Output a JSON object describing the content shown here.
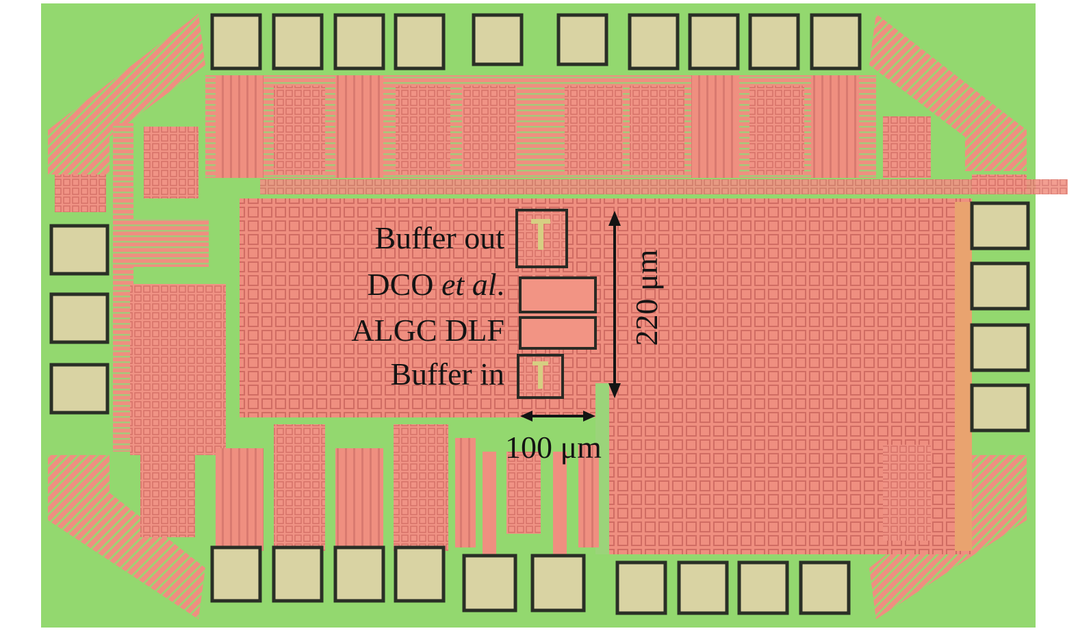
{
  "image": {
    "kind": "chip-micrograph",
    "colors": {
      "substrate": "#93d86f",
      "metal": "#ef8f80",
      "metal_dark": "#d9776e",
      "pad_fill": "#d9d3a3",
      "pad_border": "#2a2f26",
      "annotation": "#141414"
    },
    "labels": {
      "buffer_out": "Buffer out",
      "dco_prefix": "DCO ",
      "dco_italic": "et al",
      "dco_suffix": ".",
      "algc_dlf": "ALGC DLF",
      "buffer_in": "Buffer in"
    },
    "dimensions": {
      "vertical": "220 μm",
      "horizontal": "100 μm"
    }
  }
}
